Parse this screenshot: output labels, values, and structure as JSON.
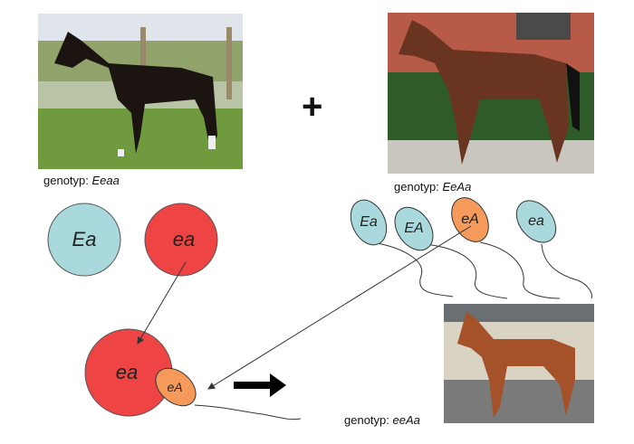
{
  "parents": {
    "mare": {
      "label_prefix": "genotyp: ",
      "genotype": "Eeaa"
    },
    "stallion": {
      "label_prefix": "genotyp: ",
      "genotype": "EeAa"
    }
  },
  "plus_sign": "+",
  "egg_cells": [
    "Ea",
    "ea"
  ],
  "sperm_cells": [
    "Ea",
    "EA",
    "eA",
    "ea"
  ],
  "zygote": {
    "egg": "ea",
    "sperm": "eA"
  },
  "offspring": {
    "label_prefix": "genotyp: ",
    "genotype": "eeAa"
  },
  "colors": {
    "teal": "#a9d9dd",
    "red": "#ef4444",
    "orange": "#f59a5a"
  }
}
